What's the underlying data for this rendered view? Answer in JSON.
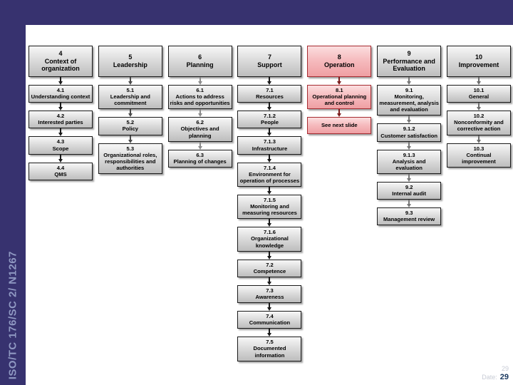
{
  "slide": {
    "sidebar_text": "ISO/TC 176/SC 2/ N1267",
    "footer": {
      "number_ghost": "29",
      "date_label": "Date:",
      "page_number": "29"
    },
    "colors": {
      "band_navy": "#37326f",
      "sidebar_text": "#8f98c2",
      "gray_box_top": "#f7f7f7",
      "gray_box_bottom": "#bdbdbd",
      "pink_box_top": "#fbdedf",
      "pink_box_bottom": "#ef9fa3",
      "pink_border": "#a62b31",
      "page_number_navy": "#17365d"
    }
  },
  "diagram": {
    "columns": [
      {
        "theme": "gray",
        "arrow_color": "#1a1a1a",
        "header": {
          "num": "4",
          "label": "Context of organization"
        },
        "boxes": [
          {
            "num": "4.1",
            "label": "Understanding context"
          },
          {
            "num": "4.2",
            "label": "Interested parties"
          },
          {
            "num": "4.3",
            "label": "Scope"
          },
          {
            "num": "4.4",
            "label": "QMS"
          }
        ]
      },
      {
        "theme": "gray",
        "arrow_color": "#4a4a4a",
        "header": {
          "num": "5",
          "label": "Leadership"
        },
        "boxes": [
          {
            "num": "5.1",
            "label": "Leadership and commitment"
          },
          {
            "num": "5.2",
            "label": "Policy"
          },
          {
            "num": "5.3",
            "label": "Organizational roles, responsibilities and authorities"
          }
        ]
      },
      {
        "theme": "gray",
        "arrow_color": "#8c8c8c",
        "header": {
          "num": "6",
          "label": "Planning"
        },
        "boxes": [
          {
            "num": "6.1",
            "label": "Actions to address risks and opportunities"
          },
          {
            "num": "6.2",
            "label": "Objectives and planning"
          },
          {
            "num": "6.3",
            "label": "Planning of changes"
          }
        ]
      },
      {
        "theme": "gray",
        "arrow_color": "#1a1a1a",
        "header": {
          "num": "7",
          "label": "Support"
        },
        "boxes": [
          {
            "num": "7.1",
            "label": "Resources"
          },
          {
            "num": "7.1.2",
            "label": "People"
          },
          {
            "num": "7.1.3",
            "label": "Infrastructure"
          },
          {
            "num": "7.1.4",
            "label": "Environment for operation of processes"
          },
          {
            "num": "7.1.5",
            "label": "Monitoring and measuring resources"
          },
          {
            "num": "7.1.6",
            "label": "Organizational knowledge"
          },
          {
            "num": "7.2",
            "label": "Competence"
          },
          {
            "num": "7.3",
            "label": "Awareness"
          },
          {
            "num": "7.4",
            "label": "Communication"
          },
          {
            "num": "7.5",
            "label": "Documented information"
          }
        ]
      },
      {
        "theme": "pink",
        "arrow_color": "#7a1c1c",
        "header": {
          "num": "8",
          "label": "Operation"
        },
        "boxes": [
          {
            "num": "8.1",
            "label": "Operational planning and control"
          },
          {
            "num": "",
            "label": "See next slide"
          }
        ]
      },
      {
        "theme": "gray",
        "arrow_color": "#777777",
        "header": {
          "num": "9",
          "label": "Performance and Evaluation"
        },
        "boxes": [
          {
            "num": "9.1",
            "label": "Monitoring, measurement, analysis and evaluation"
          },
          {
            "num": "9.1.2",
            "label": "Customer satisfaction"
          },
          {
            "num": "9.1.3",
            "label": "Analysis and evaluation"
          },
          {
            "num": "9.2",
            "label": "Internal audit"
          },
          {
            "num": "9.3",
            "label": "Management review"
          }
        ]
      },
      {
        "theme": "gray",
        "arrow_color": "#6e6e6e",
        "header": {
          "num": "10",
          "label": "Improvement"
        },
        "boxes": [
          {
            "num": "10.1",
            "label": "General"
          },
          {
            "num": "10.2",
            "label": "Nonconformity and corrective action"
          },
          {
            "num": "10.3",
            "label": "Continual improvement"
          }
        ]
      }
    ]
  }
}
